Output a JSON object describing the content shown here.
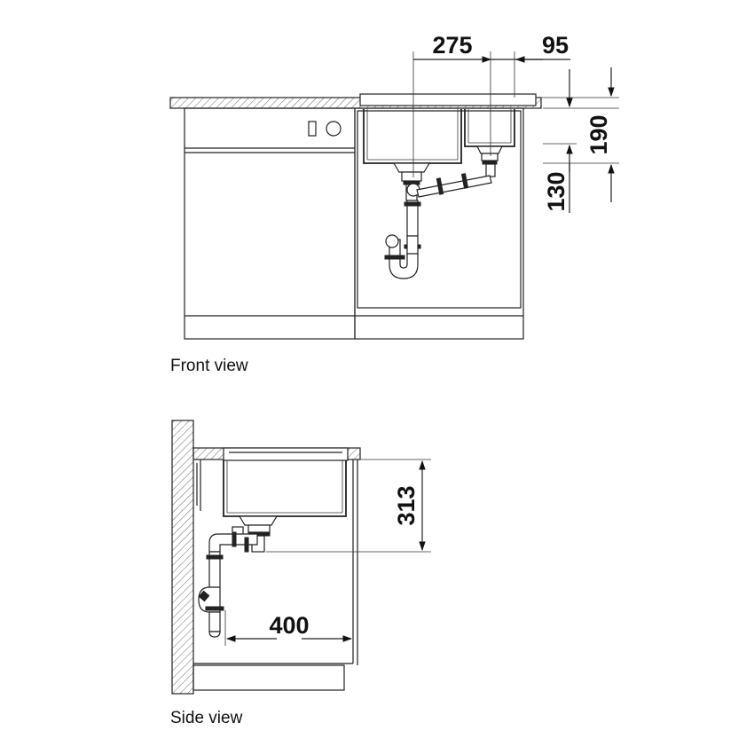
{
  "front_view": {
    "caption": "Front view",
    "dims": {
      "d275": "275",
      "d95": "95",
      "d190": "190",
      "d130": "130"
    }
  },
  "side_view": {
    "caption": "Side view",
    "dims": {
      "d313": "313",
      "d400": "400"
    }
  }
}
